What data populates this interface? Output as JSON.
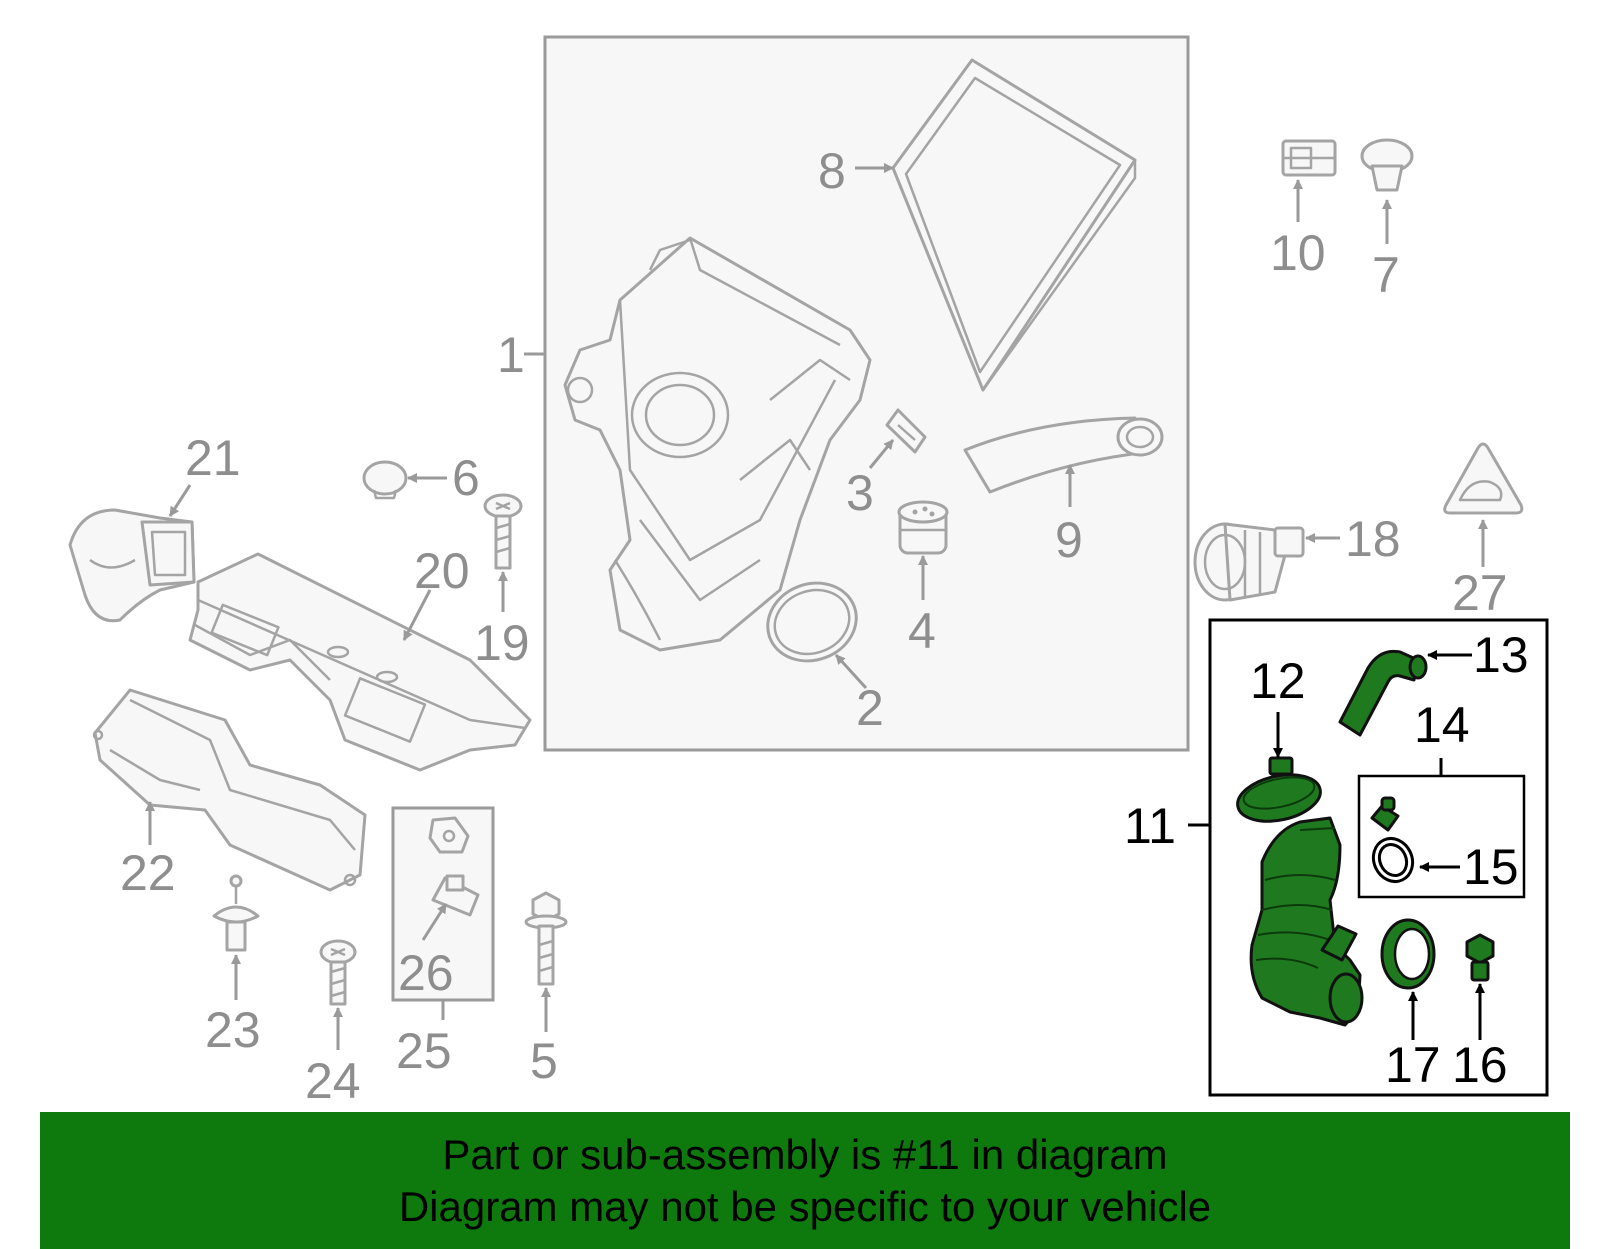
{
  "callouts": {
    "c1": "1",
    "c2": "2",
    "c3": "3",
    "c4": "4",
    "c5": "5",
    "c6": "6",
    "c7": "7",
    "c8": "8",
    "c9": "9",
    "c10": "10",
    "c11": "11",
    "c12": "12",
    "c13": "13",
    "c14": "14",
    "c15": "15",
    "c16": "16",
    "c17": "17",
    "c18": "18",
    "c19": "19",
    "c20": "20",
    "c21": "21",
    "c22": "22",
    "c23": "23",
    "c24": "24",
    "c25": "25",
    "c26": "26",
    "c27": "27"
  },
  "highlight": {
    "part_number": "11",
    "color": "#1f7a1f"
  },
  "banner": {
    "line1": "Part or sub-assembly is #11 in diagram",
    "line2": "Diagram may not be specific to your vehicle",
    "color": "#0e7a0e"
  }
}
